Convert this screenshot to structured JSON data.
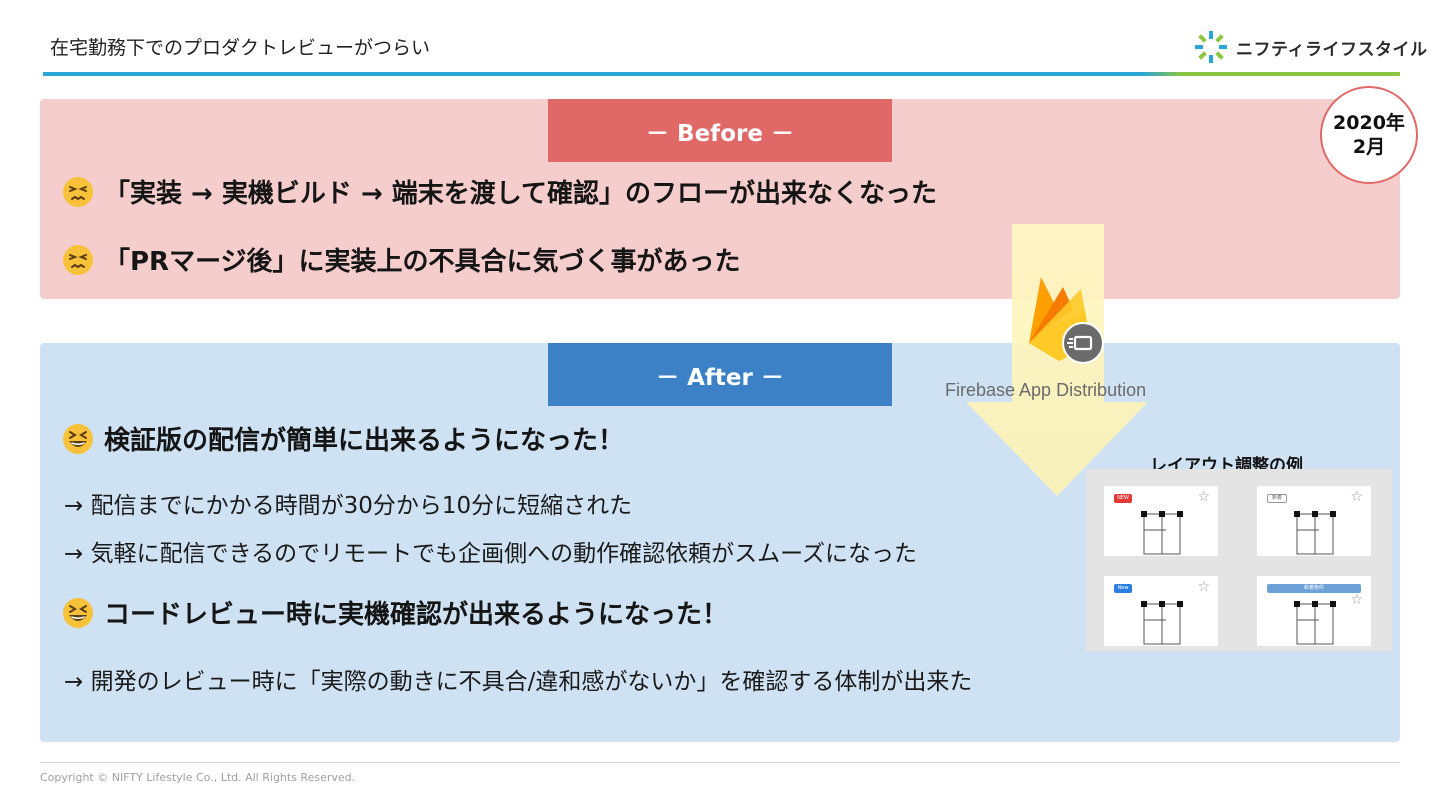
{
  "header": {
    "title": "在宅勤務下でのプロダクトレビューがつらい",
    "logo_text": "ニフティライフスタイル"
  },
  "before": {
    "tab_label": "－ Before －",
    "items": [
      "「実装 → 実機ビルド → 端末を渡して確認」のフローが出来なくなった",
      "「PRマージ後」に実装上の不具合に気づく事があった"
    ]
  },
  "date_badge": {
    "line1": "2020年",
    "line2": "2月"
  },
  "after": {
    "tab_label": "－ After －",
    "point1": "検証版の配信が簡単に出来るようになった！",
    "point1_details": [
      "→ 配信までにかかる時間が30分から10分に短縮された",
      "→ 気軽に配信できるのでリモートでも企画側への動作確認依頼がスムーズになった"
    ],
    "point2": "コードレビュー時に実機確認が出来るようになった！",
    "point2_details": [
      "→ 開発のレビュー時に「実際の動きに不具合/違和感がないか」を確認する体制が出来た"
    ]
  },
  "firebase": {
    "label": "Firebase App Distribution"
  },
  "layout_examples": {
    "title": "レイアウト調整の例",
    "badges": [
      "NEW",
      "新着",
      "New",
      "新着物件"
    ]
  },
  "colors": {
    "before_bg": "#f5cdcd",
    "before_accent": "#e06866",
    "after_bg": "#cfe2f3",
    "after_accent": "#3c81c5",
    "header_line_blue": "#2aa6d6",
    "header_line_green": "#8cc63f"
  },
  "icons": {
    "before_emoji": "persevering-face-icon",
    "after_emoji": "grinning-squinting-face-icon",
    "logo": "pinwheel-logo-icon",
    "firebase": "firebase-flame-icon",
    "favorite": "star-icon"
  },
  "footer": {
    "copyright": "Copyright © NIFTY Lifestyle Co., Ltd. All Rights Reserved."
  }
}
